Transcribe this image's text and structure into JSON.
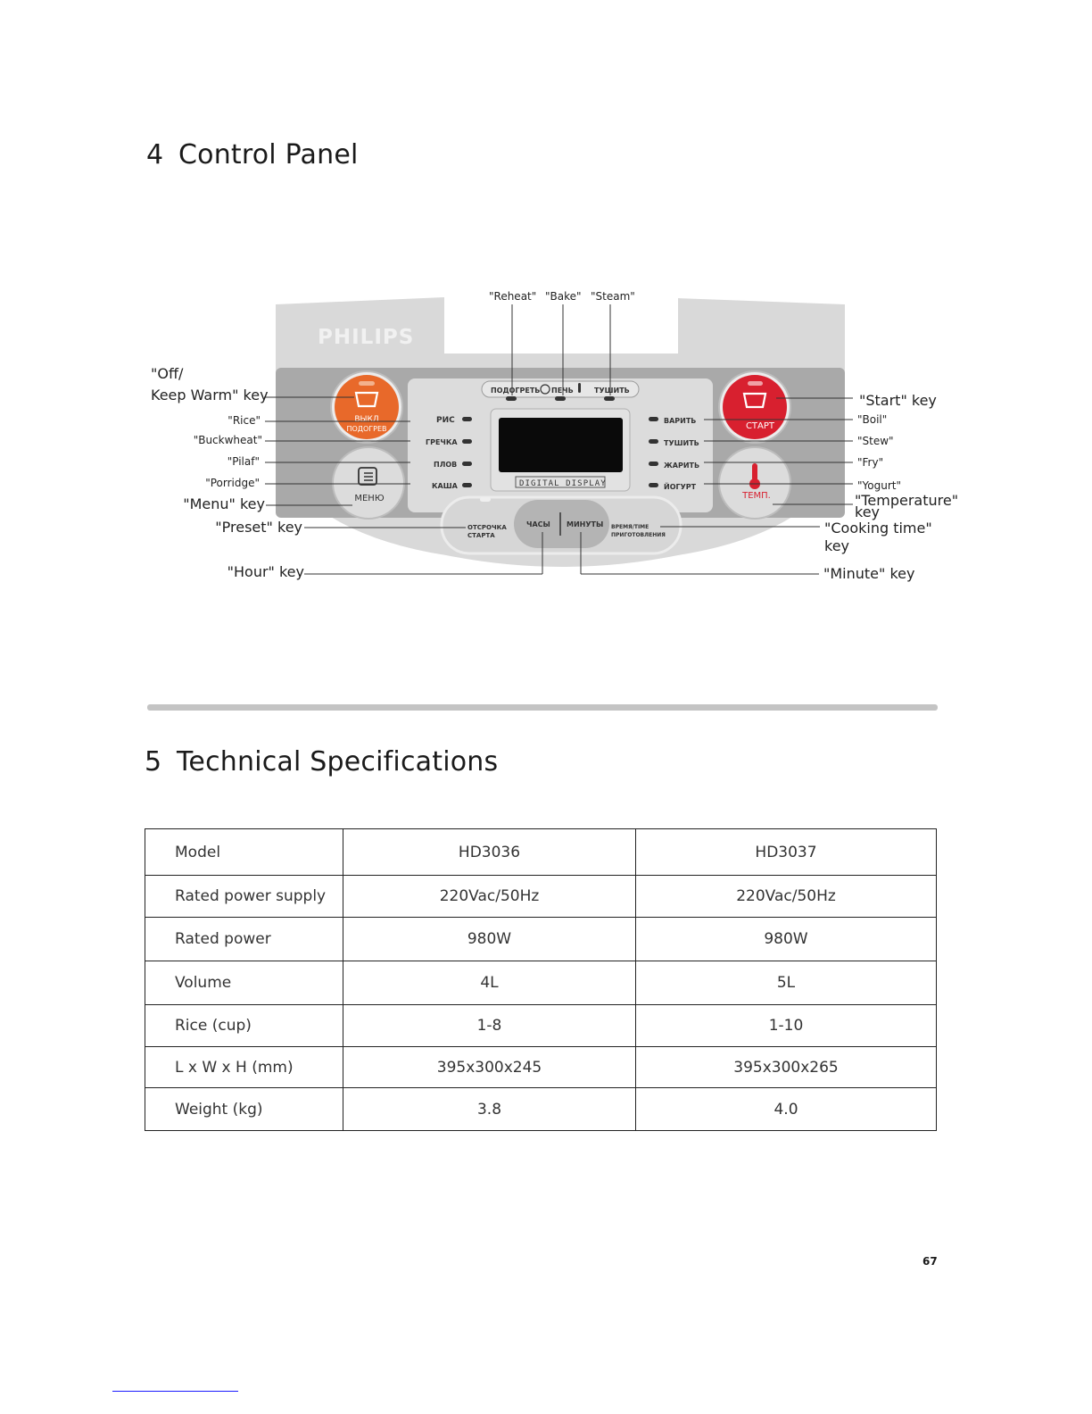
{
  "control_panel": {
    "heading_number": "4",
    "heading_title": "Control Panel",
    "brand": "PHILIPS",
    "display_label": "DIGITAL DISPLAY",
    "left_key_top": {
      "line1": "ВЫКЛ",
      "line2": "ПОДОГРЕВ"
    },
    "left_key_bottom": "МЕНЮ",
    "right_key_top": "СТАРТ",
    "right_key_bottom": "ТЕМП.",
    "top_indicators": [
      "ПОДОГРЕТЬ",
      "ПЕЧЬ",
      "ТУШИТЬ"
    ],
    "left_indicators": [
      "РИС",
      "ГРЕЧКА",
      "ПЛОВ",
      "КАША"
    ],
    "right_indicators": [
      "ВАРИТЬ",
      "ТУШИТЬ",
      "ЖАРИТЬ",
      "ЙОГУРТ"
    ],
    "bottom_keys": {
      "preset": {
        "line1": "ОТСРОЧКА",
        "line2": "СТАРТА"
      },
      "hour": "ЧАСЫ",
      "minute": "МИНУТЫ",
      "cooking_time": {
        "line1": "ВРЕМЯ/TIME",
        "line2": "ПРИГОТОВЛЕНИЯ"
      }
    },
    "callouts": {
      "reheat": "\"Reheat\"",
      "bake": "\"Bake\"",
      "steam": "\"Steam\"",
      "off_keep_warm_line1": "\"Off/",
      "off_keep_warm_line2": "Keep Warm\" key",
      "rice": "\"Rice\"",
      "buckwheat": "\"Buckwheat\"",
      "pilaf": "\"Pilaf\"",
      "porridge": "\"Porridge\"",
      "menu_key": "\"Menu\" key",
      "preset_key": "\"Preset\" key",
      "hour_key": "\"Hour\" key",
      "start_key": "\"Start\" key",
      "boil": "\"Boil\"",
      "stew": "\"Stew\"",
      "fry": "\"Fry\"",
      "yogurt": "\"Yogurt\"",
      "temperature_key_line1": "\"Temperature\"",
      "temperature_key_line2": "key",
      "cooking_time_key_line1": "\"Cooking time\"",
      "cooking_time_key_line2": "key",
      "minute_key": "\"Minute\" key"
    }
  },
  "tech_specs": {
    "heading_number": "5",
    "heading_title": "Technical Specifications",
    "rows": [
      {
        "label": "Model",
        "hd3036": "HD3036",
        "hd3037": "HD3037"
      },
      {
        "label": "Rated power supply",
        "hd3036": "220Vac/50Hz",
        "hd3037": "220Vac/50Hz"
      },
      {
        "label": "Rated power",
        "hd3036": "980W",
        "hd3037": "980W"
      },
      {
        "label": "Volume",
        "hd3036": "4L",
        "hd3037": "5L"
      },
      {
        "label": "Rice (cup)",
        "hd3036": "1-8",
        "hd3037": "1-10"
      },
      {
        "label": "L x W x H (mm)",
        "hd3036": "395x300x245",
        "hd3037": "395x300x265"
      },
      {
        "label": "Weight (kg)",
        "hd3036": "3.8",
        "hd3037": "4.0"
      }
    ]
  },
  "page_number": "67",
  "colors": {
    "panel_grey": "#d9d9d9",
    "panel_dark": "#a8a8a8",
    "orange_key": "#e8692a",
    "red_key": "#d8202f",
    "display_black": "#0a0a0a"
  }
}
